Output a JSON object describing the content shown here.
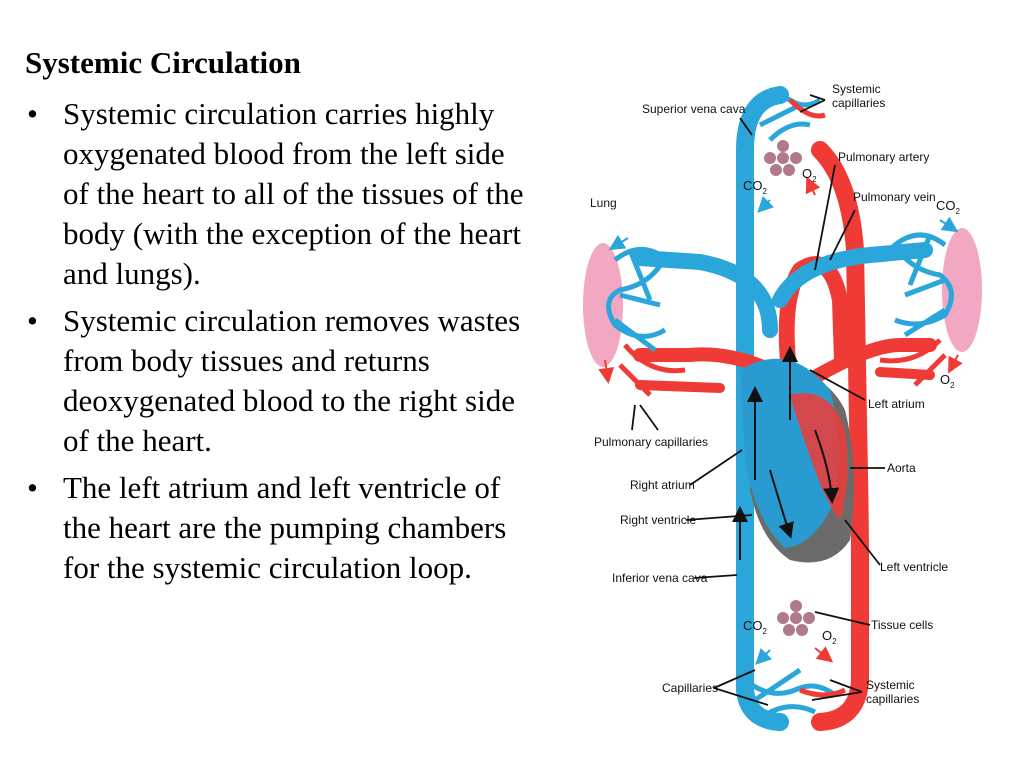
{
  "slide": {
    "title": "Systemic Circulation",
    "bullets": [
      "Systemic circulation carries highly oxygenated blood from the left side of the heart to all of the tissues of the body (with the exception of the heart and lungs).",
      "Systemic circulation removes wastes from body tissues and returns deoxygenated blood to the right side of the heart.",
      "The left atrium and left ventricle of the heart are the pumping chambers for the systemic circulation loop."
    ],
    "bullet_char": "•"
  },
  "diagram": {
    "colors": {
      "oxygenated": "#f03a35",
      "deoxygenated": "#2aa6da",
      "heart_shadow": "#6b6b6b",
      "lung": "#f2a8c2",
      "cells": "#b07a8a"
    },
    "labels": {
      "systemic_capillaries_top_1": "Systemic",
      "systemic_capillaries_top_2": "capillaries",
      "superior_vena_cava": "Superior vena cava",
      "pulmonary_artery": "Pulmonary artery",
      "pulmonary_vein": "Pulmonary vein",
      "lung": "Lung",
      "pulmonary_capillaries": "Pulmonary capillaries",
      "left_atrium": "Left atrium",
      "right_atrium": "Right atrium",
      "aorta": "Aorta",
      "right_ventricle": "Right ventricle",
      "left_ventricle": "Left ventricle",
      "inferior_vena_cava": "Inferior vena cava",
      "tissue_cells": "Tissue cells",
      "capillaries": "Capillaries",
      "systemic_capillaries_bottom_1": "Systemic",
      "systemic_capillaries_bottom_2": "capillaries",
      "co2": "CO",
      "o2": "O",
      "subscript_2": "2"
    }
  }
}
